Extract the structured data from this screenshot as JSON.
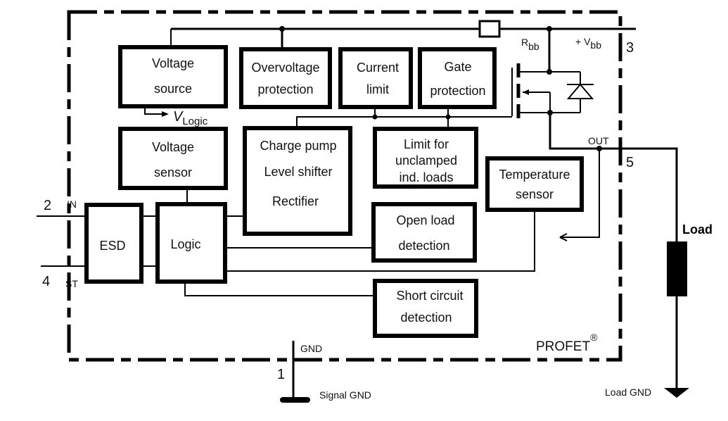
{
  "title": "PROFET block diagram",
  "brand": {
    "name": "PROFET",
    "mark": "®"
  },
  "blocks": {
    "voltage_source": [
      "Voltage",
      "source"
    ],
    "overvoltage_protection": [
      "Overvoltage",
      "protection"
    ],
    "current_limit": [
      "Current",
      "limit"
    ],
    "gate_protection": [
      "Gate",
      "protection"
    ],
    "voltage_sensor": [
      "Voltage",
      "sensor"
    ],
    "charge_pump": [
      "Charge pump",
      "Level shifter",
      "Rectifier"
    ],
    "limit_unclamped": [
      "Limit for",
      "unclamped",
      "ind. loads"
    ],
    "temperature_sensor": [
      "Temperature",
      "sensor"
    ],
    "esd": [
      "ESD"
    ],
    "logic": [
      "Logic"
    ],
    "open_load_detection": [
      "Open load",
      "detection"
    ],
    "short_circuit_detection": [
      "Short circuit",
      "detection"
    ]
  },
  "signals": {
    "v_logic": {
      "main": "V",
      "sub": "Logic"
    },
    "r_bb": {
      "main": "R",
      "sub": "bb"
    },
    "v_bb": {
      "main": "+ V",
      "sub": "bb"
    },
    "out": "OUT",
    "gnd": "GND",
    "signal_gnd": "Signal GND",
    "load_gnd": "Load GND",
    "load": "Load"
  },
  "pins": [
    {
      "number": "3",
      "name": "+Vbb"
    },
    {
      "number": "5",
      "name": "OUT"
    },
    {
      "number": "2",
      "name": "IN"
    },
    {
      "number": "4",
      "name": "ST"
    },
    {
      "number": "1",
      "name": "GND"
    }
  ],
  "pin_labels": {
    "in": "IN",
    "st": "ST"
  }
}
